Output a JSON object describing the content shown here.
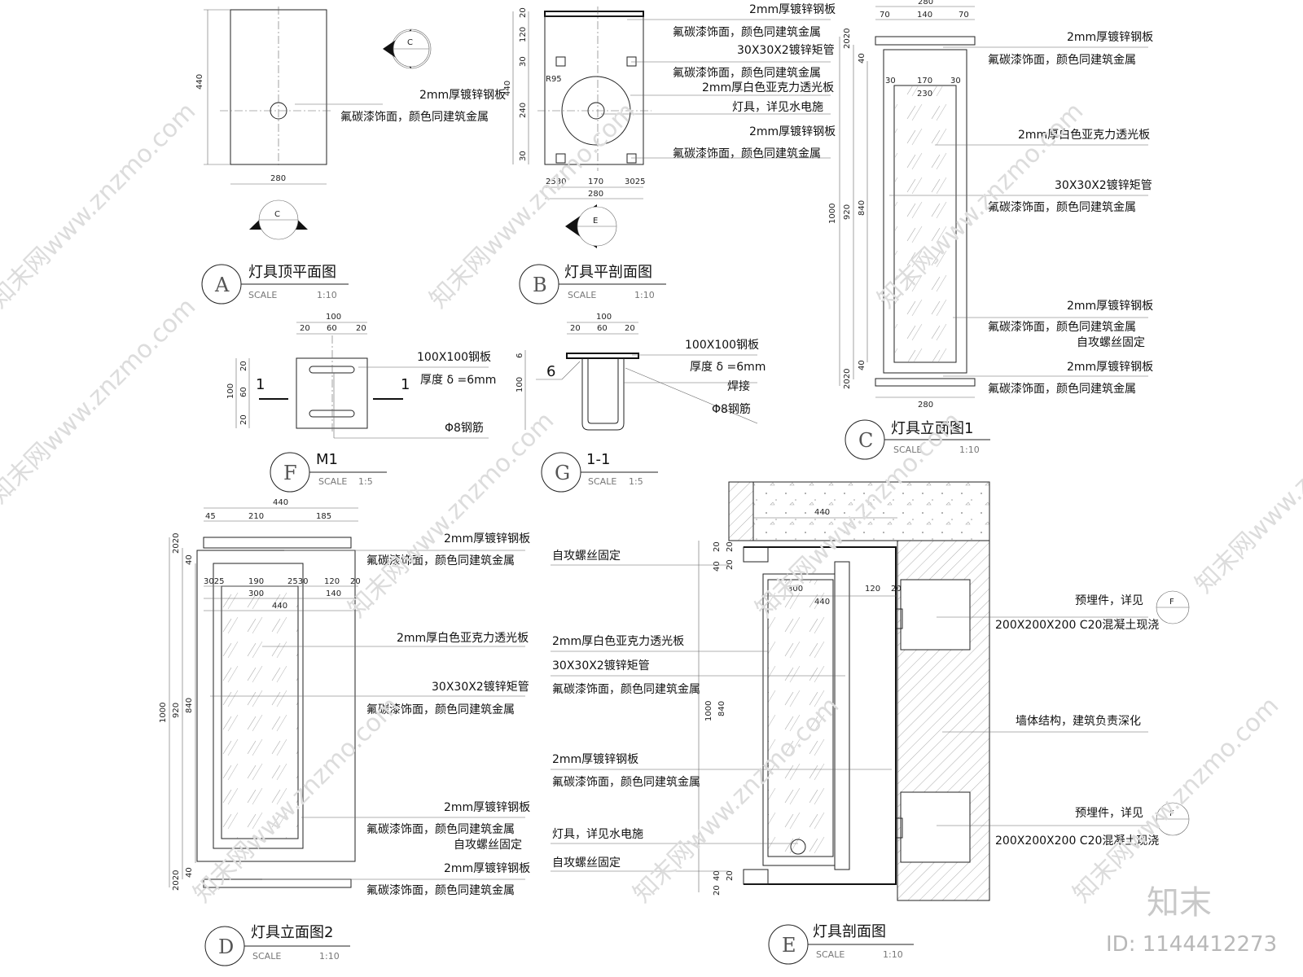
{
  "views": {
    "A": {
      "badge": "A",
      "title": "灯具顶平面图",
      "scale_word": "SCALE",
      "scale_value": "1:10",
      "notes": [
        "2mm厚镀锌钢板",
        "氟碳漆饰面，颜色同建筑金属"
      ],
      "dims": {
        "d440": "440",
        "d280": "280"
      },
      "section_mark": "C"
    },
    "B": {
      "badge": "B",
      "title": "灯具平剖面图",
      "scale_word": "SCALE",
      "scale_value": "1:10",
      "notes": [
        "2mm厚镀锌钢板",
        "氟碳漆饰面，颜色同建筑金属",
        "30X30X2镀锌矩管",
        "氟碳漆饰面，颜色同建筑金属",
        "2mm厚白色亚克力透光板",
        "灯具，详见水电施",
        "2mm厚镀锌钢板",
        "氟碳漆饰面，颜色同建筑金属"
      ],
      "dims": {
        "d20": "20",
        "d120": "120",
        "d30a": "30",
        "d240": "240",
        "d30b": "30",
        "d440": "440",
        "r95": "R95",
        "d2530": "2530",
        "d170": "170",
        "d3025": "3025",
        "d280": "280"
      },
      "section_mark": "E"
    },
    "C": {
      "badge": "C",
      "title": "灯具立面图1",
      "scale_word": "SCALE",
      "scale_value": "1:10",
      "notes": [
        "2mm厚镀锌钢板",
        "氟碳漆饰面，颜色同建筑金属",
        "2mm厚白色亚克力透光板",
        "30X30X2镀锌矩管",
        "氟碳漆饰面，颜色同建筑金属",
        "2mm厚镀锌钢板",
        "氟碳漆饰面，颜色同建筑金属",
        "自攻螺丝固定",
        "2mm厚镀锌钢板",
        "氟碳漆饰面，颜色同建筑金属"
      ],
      "dims": {
        "top": "280",
        "d70a": "70",
        "d140": "140",
        "d70b": "70",
        "d2020": "2020",
        "d40": "40",
        "d30a": "30",
        "d170": "170",
        "d30b": "30",
        "d230": "230",
        "d1000": "1000",
        "d920": "920",
        "d840": "840",
        "d40b": "40",
        "d2020b": "2020",
        "d280": "280"
      }
    },
    "D": {
      "badge": "D",
      "title": "灯具立面图2",
      "scale_word": "SCALE",
      "scale_value": "1:10",
      "notes": [
        "2mm厚镀锌钢板",
        "氟碳漆饰面，颜色同建筑金属",
        "2mm厚白色亚克力透光板",
        "30X30X2镀锌矩管",
        "氟碳漆饰面，颜色同建筑金属",
        "2mm厚镀锌钢板",
        "氟碳漆饰面，颜色同建筑金属",
        "自攻螺丝固定",
        "2mm厚镀锌钢板",
        "氟碳漆饰面，颜色同建筑金属"
      ],
      "dims": {
        "d440": "440",
        "d45": "45",
        "d210": "210",
        "d185": "185",
        "d2020": "2020",
        "d40": "40",
        "d3025": "3025",
        "d190": "190",
        "d2530": "2530",
        "d120": "120",
        "d20": "20",
        "d300": "300",
        "d140": "140",
        "d440b": "440",
        "d1000": "1000",
        "d920": "920",
        "d840": "840",
        "d40b": "40",
        "d2020b": "2020"
      }
    },
    "E": {
      "badge": "E",
      "title": "灯具剖面图",
      "scale_word": "SCALE",
      "scale_value": "1:10",
      "notes_left": [
        "自攻螺丝固定",
        "2mm厚白色亚克力透光板",
        "30X30X2镀锌矩管",
        "氟碳漆饰面，颜色同建筑金属",
        "2mm厚镀锌钢板",
        "氟碳漆饰面，颜色同建筑金属",
        "灯具，详见水电施",
        "自攻螺丝固定"
      ],
      "notes_right": [
        "预埋件，详见",
        "200X200X200 C20混凝土现浇",
        "墙体结构，建筑负责深化",
        "预埋件，详见",
        "200X200X200 C20混凝土现浇"
      ],
      "ref_mark": "F",
      "dims": {
        "d440": "440",
        "d20a": "20",
        "d20b": "20",
        "d40": "40",
        "d20c": "20",
        "d300": "300",
        "d440b": "440",
        "d120": "120",
        "d20d": "20",
        "d1000": "1000",
        "d840": "840",
        "d40b": "40",
        "d20e": "20",
        "d20f": "20"
      }
    },
    "F": {
      "badge": "F",
      "title": "M1",
      "scale_word": "SCALE",
      "scale_value": "1:5",
      "notes": [
        "100X100钢板",
        "厚度 δ =6mm",
        "Φ8钢筋"
      ],
      "dims": {
        "d100": "100",
        "d20a": "20",
        "d60": "60",
        "d20b": "20",
        "v20a": "20",
        "v60": "60",
        "v20b": "20",
        "v100": "100"
      },
      "cut": "1"
    },
    "G": {
      "badge": "G",
      "title": "1-1",
      "scale_word": "SCALE",
      "scale_value": "1:5",
      "notes": [
        "100X100钢板",
        "厚度 δ =6mm",
        "焊接",
        "Φ8钢筋"
      ],
      "dims": {
        "d100": "100",
        "d20a": "20",
        "d60": "60",
        "d20b": "20",
        "v6": "6",
        "v100": "100",
        "weld": "6"
      }
    }
  },
  "watermark": {
    "site": "知末网www.znzmo.com",
    "brand": "知末",
    "id": "ID: 1144412273"
  }
}
